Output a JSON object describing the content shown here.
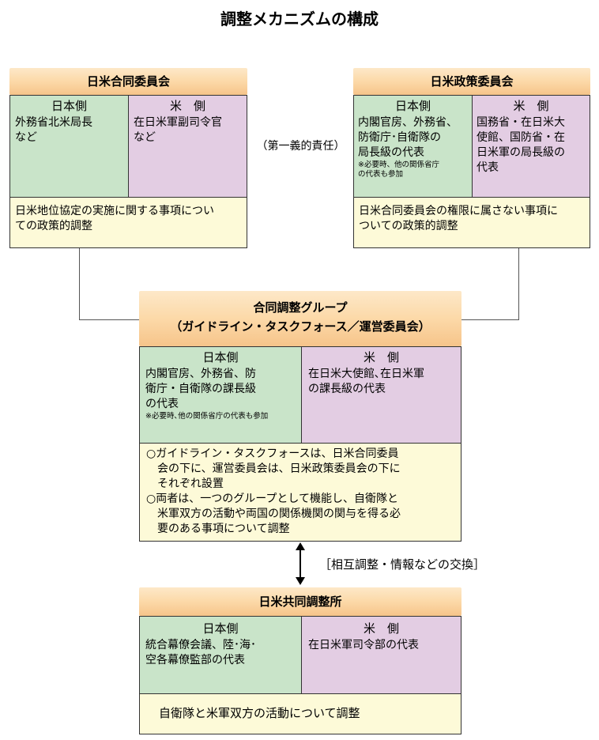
{
  "title": "調整メカニズムの構成",
  "sscj": {
    "header": "日米合同委員会",
    "japan": {
      "label": "日本側",
      "text": "外務省北米局長\nなど"
    },
    "us": {
      "label": "米　側",
      "text": "在日米軍副司令官\nなど"
    },
    "desc": "日米地位協定の実施に関する事項につい\nての政策的調整"
  },
  "responsibility": "（第一義的責任）",
  "policy": {
    "header": "日米政策委員会",
    "japan": {
      "label": "日本側",
      "text": "内閣官房、外務省、\n防衛庁･自衛隊の\n局長級の代表",
      "note": "※必要時、他の関係省庁\nの代表も参加"
    },
    "us": {
      "label": "米　側",
      "text": "国務省・在日米大\n使館、国防省・在\n日米軍の局長級の\n代表"
    },
    "desc": "日米合同委員会の権限に属さない事項に\nついての政策的調整"
  },
  "bpc": {
    "header_line1": "合同調整グループ",
    "header_line2": "（ガイドライン・タスクフォース／運営委員会）",
    "japan": {
      "label": "日本側",
      "text": "内閣官房、外務省、防\n衛庁・自衛隊の課長級\nの代表",
      "note": "※必要時､他の関係省庁の代表も参加"
    },
    "us": {
      "label": "米　側",
      "text": "在日米大使館､在日米軍\nの課長級の代表"
    },
    "desc1": "○ガイドライン・タスクフォースは、日米合同委員\n　会の下に、運営委員会は、日米政策委員会の下に\n　それぞれ設置",
    "desc2": "○両者は、一つのグループとして機能し、自衛隊と\n　米軍双方の活動や両国の関係機関の関与を得る必\n　要のある事項について調整"
  },
  "exchange": "［相互調整・情報などの交換］",
  "bcc": {
    "header": "日米共同調整所",
    "japan": {
      "label": "日本側",
      "text": "統合幕僚会議、陸･海･\n空各幕僚監部の代表"
    },
    "us": {
      "label": "米　側",
      "text": "在日米軍司令部の代表"
    },
    "desc": "自衛隊と米軍双方の活動について調整"
  },
  "colors": {
    "japan": "#c9e4c9",
    "us": "#e3cde3",
    "desc": "#fdfad8",
    "header": "#fcd9a8"
  }
}
